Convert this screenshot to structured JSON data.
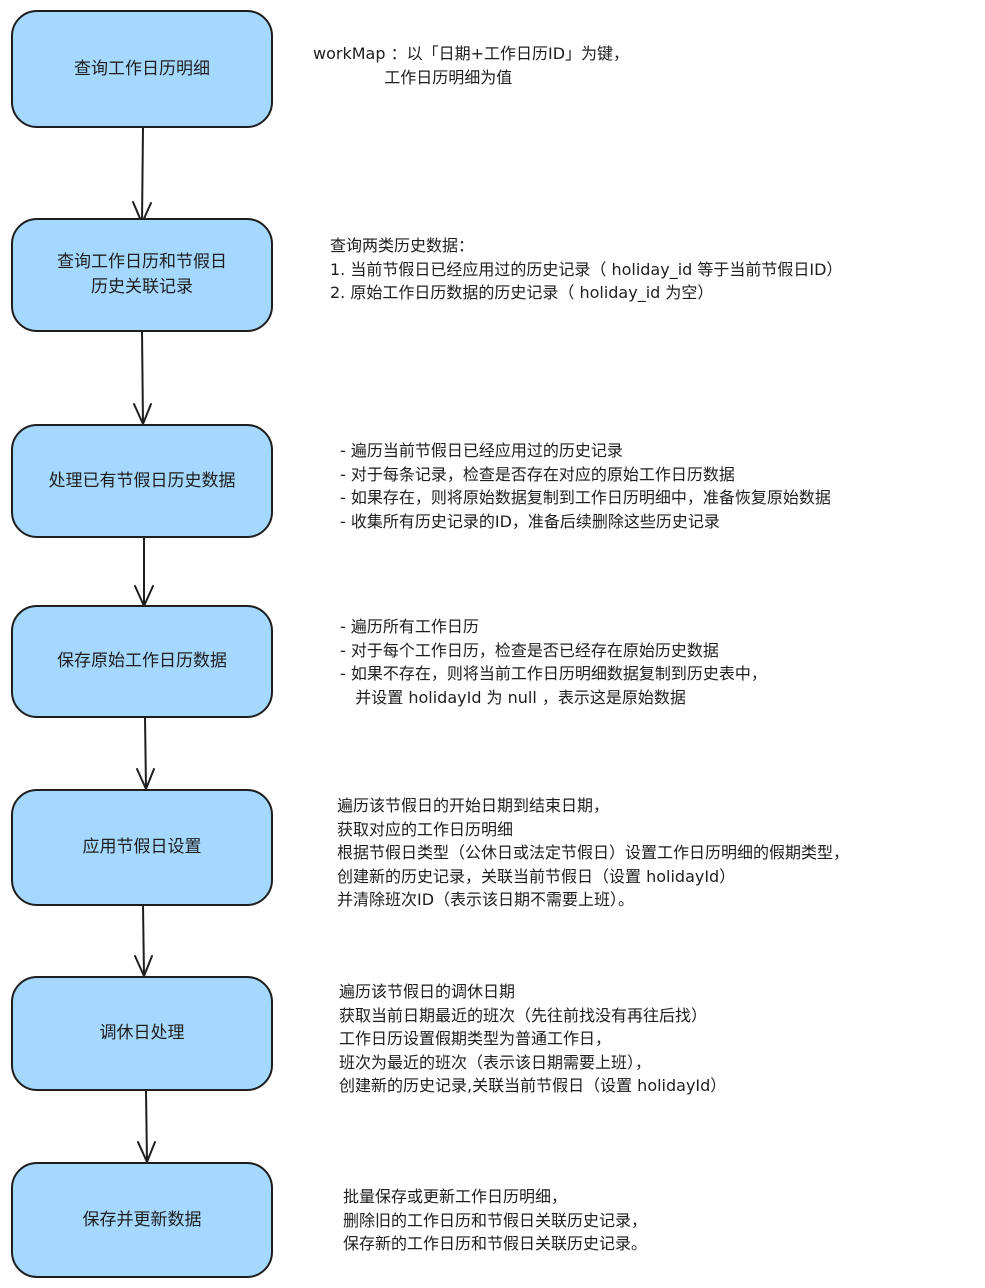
{
  "colors": {
    "box_fill": "#a5d8ff",
    "stroke": "#1e1e1e",
    "background": "#ffffff"
  },
  "steps": [
    {
      "label": "查询工作日历明细",
      "note": [
        "workMap ：以「日期+工作日历ID」为键，",
        "              工作日历明细为值"
      ]
    },
    {
      "label": "查询工作日历和节假日\n历史关联记录",
      "note": [
        "查询两类历史数据：",
        "1. 当前节假日已经应用过的历史记录（ holiday_id 等于当前节假日ID）",
        "2. 原始工作日历数据的历史记录（ holiday_id 为空）"
      ]
    },
    {
      "label": "处理已有节假日历史数据",
      "note": [
        "- 遍历当前节假日已经应用过的历史记录",
        "- 对于每条记录，检查是否存在对应的原始工作日历数据",
        "- 如果存在，则将原始数据复制到工作日历明细中，准备恢复原始数据",
        "- 收集所有历史记录的ID，准备后续删除这些历史记录"
      ]
    },
    {
      "label": "保存原始工作日历数据",
      "note": [
        "- 遍历所有工作日历",
        "- 对于每个工作日历，检查是否已经存在原始历史数据",
        "- 如果不存在，则将当前工作日历明细数据复制到历史表中，",
        "   并设置 holidayId 为 null ，表示这是原始数据"
      ]
    },
    {
      "label": "应用节假日设置",
      "note": [
        "遍历该节假日的开始日期到结束日期，",
        "获取对应的工作日历明细",
        "根据节假日类型（公休日或法定节假日）设置工作日历明细的假期类型，",
        "创建新的历史记录，关联当前节假日（设置 holidayId）",
        "并清除班次ID（表示该日期不需要上班）。"
      ]
    },
    {
      "label": "调休日处理",
      "note": [
        "遍历该节假日的调休日期",
        "获取当前日期最近的班次（先往前找没有再往后找）",
        "工作日历设置假期类型为普通工作日，",
        "班次为最近的班次（表示该日期需要上班），",
        "创建新的历史记录,关联当前节假日（设置 holidayId）"
      ]
    },
    {
      "label": "保存并更新数据",
      "note": [
        "批量保存或更新工作日历明细，",
        "删除旧的工作日历和节假日关联历史记录，",
        "保存新的工作日历和节假日关联历史记录。"
      ]
    }
  ]
}
